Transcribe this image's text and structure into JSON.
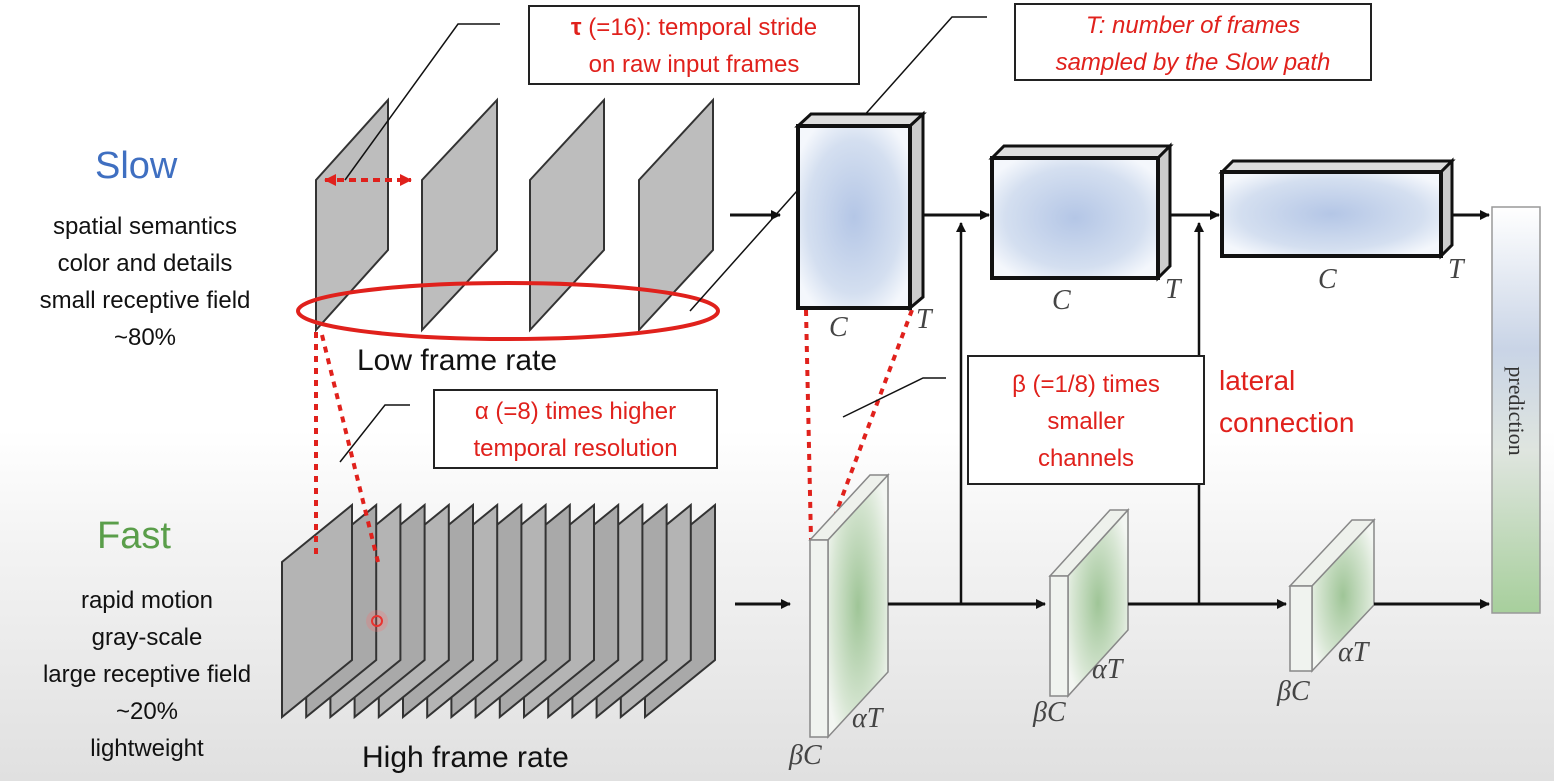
{
  "slow": {
    "title": "Slow",
    "lines": [
      "spatial semantics",
      "color and details",
      "small receptive field",
      "~80%"
    ],
    "color": "#3f6fc1"
  },
  "fast": {
    "title": "Fast",
    "lines": [
      "rapid motion",
      "gray-scale",
      "large receptive field",
      "~20%",
      "lightweight"
    ],
    "color": "#5a9e4a"
  },
  "low_frame_rate": "Low frame rate",
  "high_frame_rate": "High frame rate",
  "callouts": {
    "tau": [
      "τ (=16): temporal stride",
      "on raw input frames"
    ],
    "T": [
      "T: number of frames",
      "sampled by the Slow path"
    ],
    "alpha": [
      "α (=8) times higher",
      "temporal resolution"
    ],
    "beta": [
      "β (=1/8) times",
      "smaller",
      "channels"
    ]
  },
  "lateral": [
    "lateral",
    "connection"
  ],
  "prediction": "prediction",
  "math_labels": {
    "C": "C",
    "T": "T",
    "alphaT": "αT",
    "betaC": "βC"
  },
  "colors": {
    "accent_red": "#e0211c",
    "frame_gray": "#b8b8b8",
    "slow_block": "#b9c9e6",
    "fast_block": "#a9c9a1"
  }
}
